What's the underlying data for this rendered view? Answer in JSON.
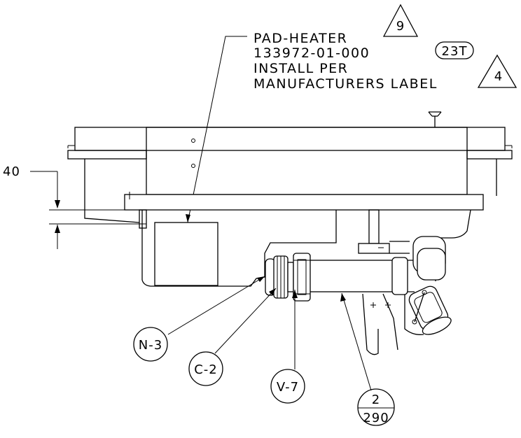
{
  "note": {
    "line1": "PAD-HEATER",
    "line2": "133972-01-000",
    "line3": "INSTALL PER",
    "line4": "MANUFACTURERS LABEL"
  },
  "revision_triangles": [
    "9",
    "4"
  ],
  "oval_tag": "23T",
  "dimension_value": "40",
  "balloons": {
    "n3": "N-3",
    "c2": "C-2",
    "v7": "V-7",
    "item_top": "2",
    "item_bottom": "290"
  }
}
